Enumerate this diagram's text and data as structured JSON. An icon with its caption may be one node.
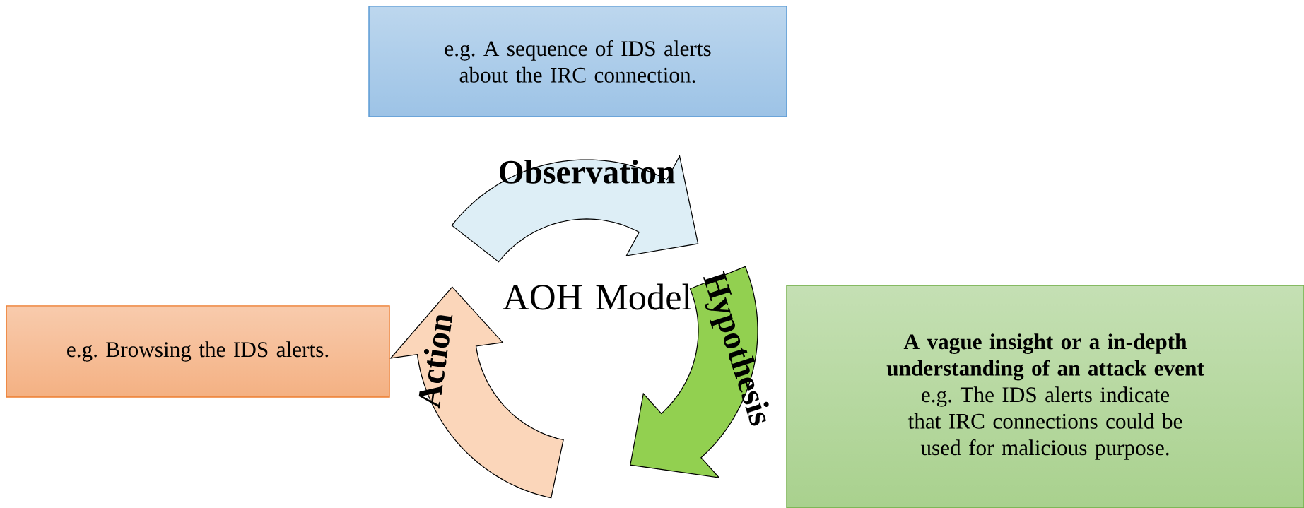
{
  "diagram": {
    "nodes": [
      {
        "text": [
          "e.g. A sequence of IDS alerts about the IRC connection."
        ]
      },
      {
        "text": [
          "Observation"
        ]
      },
      {
        "text": [
          "Hypothesis"
        ]
      },
      {
        "text": [
          "Action"
        ]
      },
      {
        "text": [
          "e.g. Browsing the IDS alerts."
        ]
      },
      {
        "text": [
          "A vague insight or a in-depth understanding of an attack event",
          "e.g. The IDS alerts indicate that IRC connections could be used for malicious purpose."
        ]
      }
    ],
    "labels": [
      "AOH Model"
    ]
  }
}
